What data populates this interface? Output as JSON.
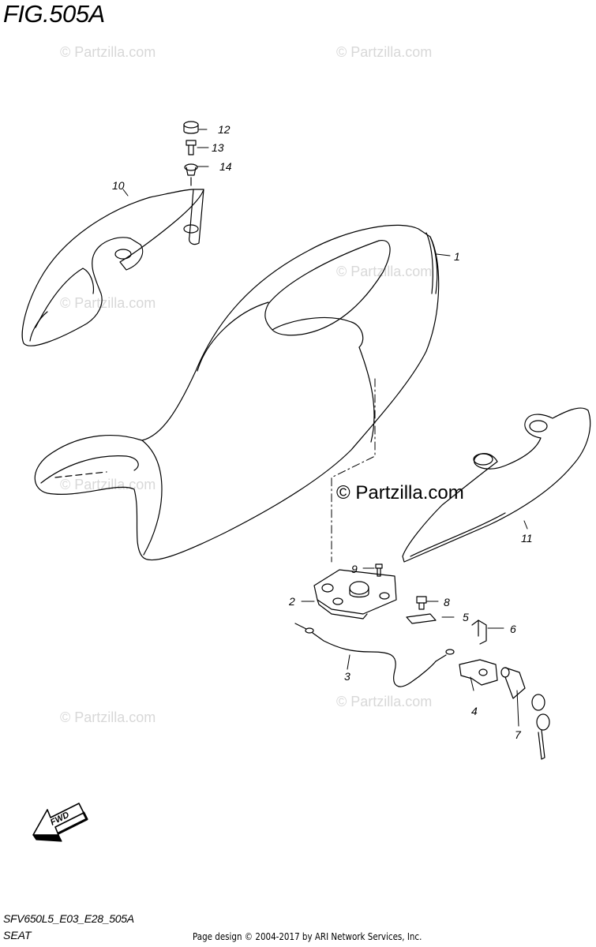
{
  "figure": {
    "title": "FIG.505A",
    "code": "SFV650L5_E03_E28_505A",
    "name": "SEAT"
  },
  "footer": {
    "credit": "Page design © 2004-2017 by ARI Network Services, Inc."
  },
  "watermark": {
    "text": "© Partzilla.com",
    "color": "#d8d8d8"
  },
  "fwd_arrow": {
    "label": "FWD"
  },
  "parts": [
    {
      "number": "1"
    },
    {
      "number": "2"
    },
    {
      "number": "3"
    },
    {
      "number": "4"
    },
    {
      "number": "5"
    },
    {
      "number": "6"
    },
    {
      "number": "7"
    },
    {
      "number": "8"
    },
    {
      "number": "9"
    },
    {
      "number": "10"
    },
    {
      "number": "11"
    },
    {
      "number": "12"
    },
    {
      "number": "13"
    },
    {
      "number": "14"
    }
  ]
}
